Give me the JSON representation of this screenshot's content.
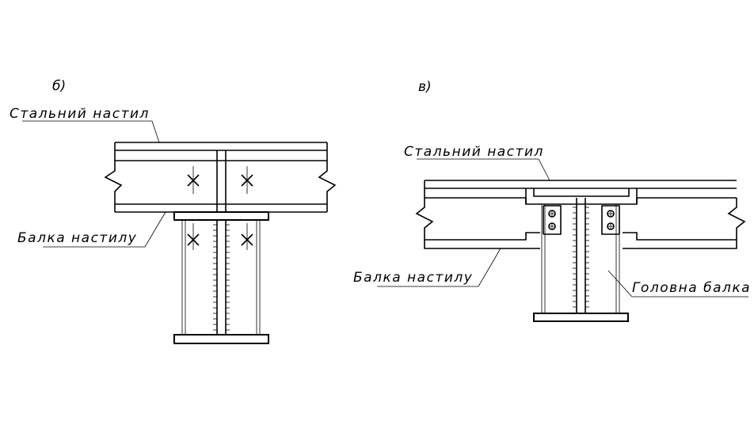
{
  "diagram": {
    "left": {
      "tag": "б)",
      "label_deck": "Стальний настил",
      "label_beam": "Балка настилу"
    },
    "right": {
      "tag": "в)",
      "label_deck": "Стальний настил",
      "label_beam": "Балка настилу",
      "label_main": "Головна балка"
    }
  }
}
